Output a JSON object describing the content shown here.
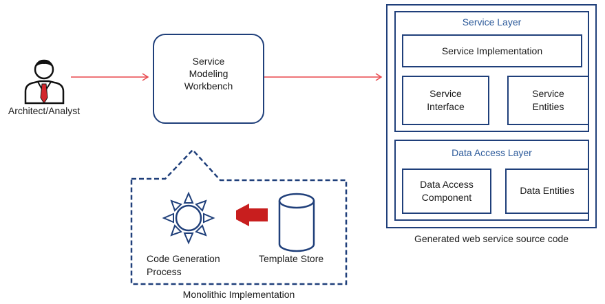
{
  "actor": {
    "label": "Architect/Analyst",
    "icon": "architect-person-icon"
  },
  "workbench": {
    "line1": "Service",
    "line2": "Modeling",
    "line3": "Workbench"
  },
  "generated": {
    "caption": "Generated web service source code",
    "service_layer": {
      "title": "Service Layer",
      "implementation": "Service Implementation",
      "interface_l1": "Service",
      "interface_l2": "Interface",
      "entities_l1": "Service",
      "entities_l2": "Entities"
    },
    "data_access_layer": {
      "title": "Data Access Layer",
      "component_l1": "Data Access",
      "component_l2": "Component",
      "entities": "Data Entities"
    }
  },
  "monolithic": {
    "caption": "Monolithic Implementation",
    "code_generation_l1": "Code Generation",
    "code_generation_l2": "Process",
    "template_store": "Template Store"
  },
  "colors": {
    "box_border": "#1f3f7a",
    "arrow_red": "#e8474c",
    "thick_arrow": "#c81e1e",
    "layer_title": "#2c5a9a"
  }
}
